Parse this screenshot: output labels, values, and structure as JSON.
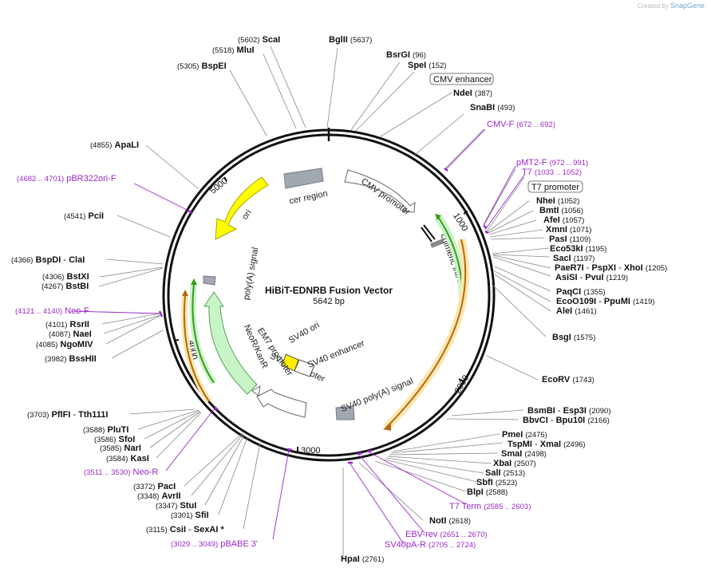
{
  "watermark": {
    "prefix": "Created by",
    "brand": "SnapGene"
  },
  "plasmid": {
    "name": "HiBiT-EDNRB Fusion Vector",
    "length": "5642 bp"
  },
  "ticks": [
    "1000",
    "2000",
    "3000",
    "4000",
    "5000"
  ],
  "sites": [
    {
      "id": "scai",
      "name": "ScaI",
      "pos": "(5602)"
    },
    {
      "id": "mlui",
      "name": "MluI",
      "pos": "(5518)"
    },
    {
      "id": "bglii",
      "name": "BglII",
      "pos": "(5637)"
    },
    {
      "id": "bsrgi",
      "name": "BsrGI",
      "pos": "(96)"
    },
    {
      "id": "spei",
      "name": "SpeI",
      "pos": "(152)"
    },
    {
      "id": "bspei",
      "name": "BspEI",
      "pos": "(5305)"
    },
    {
      "id": "ndei",
      "name": "NdeI",
      "pos": "(387)"
    },
    {
      "id": "snabi",
      "name": "SnaBI",
      "pos": "(493)"
    },
    {
      "id": "apali",
      "name": "ApaLI",
      "pos": "(4855)"
    },
    {
      "id": "ncoi",
      "name": "NheI",
      "pos": "(1052)"
    },
    {
      "id": "bmti",
      "name": "BmtI",
      "pos": "(1056)"
    },
    {
      "id": "afei",
      "name": "AfeI",
      "pos": "(1057)"
    },
    {
      "id": "xmni",
      "name": "XmnI",
      "pos": "(1071)"
    },
    {
      "id": "pasi",
      "name": "PasI",
      "pos": "(1109)"
    },
    {
      "id": "eco53ki",
      "name": "Eco53kI",
      "pos": "(1195)"
    },
    {
      "id": "saci",
      "name": "SacI",
      "pos": "(1197)"
    },
    {
      "id": "paer7i",
      "name": "PaeR7I",
      "name2": "PspXI",
      "name3": "XhoI",
      "pos": "(1205)"
    },
    {
      "id": "asisi",
      "name": "AsiSI",
      "name2": "PvuI",
      "pos": "(1219)"
    },
    {
      "id": "paqci",
      "name": "PaqCI",
      "pos": "(1355)"
    },
    {
      "id": "eco0109i",
      "name": "EcoO109I",
      "name2": "PpuMI",
      "pos": "(1419)"
    },
    {
      "id": "alei",
      "name": "AleI",
      "pos": "(1461)"
    },
    {
      "id": "bsgi",
      "name": "BsgI",
      "pos": "(1575)"
    },
    {
      "id": "ecorv",
      "name": "EcoRV",
      "pos": "(1743)"
    },
    {
      "id": "bsmbi",
      "name": "BsmBI",
      "name2": "Esp3I",
      "pos": "(2090)"
    },
    {
      "id": "bbvci",
      "name": "BbvCI",
      "name2": "Bpu10I",
      "pos": "(2166)"
    },
    {
      "id": "pmei",
      "name": "PmeI",
      "pos": "(2475)"
    },
    {
      "id": "tspmi",
      "name": "TspMI",
      "name2": "XmaI",
      "pos": "(2496)"
    },
    {
      "id": "smai",
      "name": "SmaI",
      "pos": "(2498)"
    },
    {
      "id": "xbai",
      "name": "XbaI",
      "pos": "(2507)"
    },
    {
      "id": "sali",
      "name": "SalI",
      "pos": "(2513)"
    },
    {
      "id": "sbfi",
      "name": "SbfI",
      "pos": "(2523)"
    },
    {
      "id": "blpi",
      "name": "BlpI",
      "pos": "(2588)"
    },
    {
      "id": "noti",
      "name": "NotI",
      "pos": "(2618)"
    },
    {
      "id": "hpai",
      "name": "HpaI",
      "pos": "(2761)"
    },
    {
      "id": "pcii",
      "name": "PciI",
      "pos": "(4541)"
    },
    {
      "id": "bspdi",
      "name": "BspDI",
      "name2": "ClaI",
      "pos": "(4366)"
    },
    {
      "id": "bstxi",
      "name": "BstXI",
      "pos": "(4306)"
    },
    {
      "id": "bstbi",
      "name": "BstBI",
      "pos": "(4267)"
    },
    {
      "id": "rsrii",
      "name": "RsrII",
      "pos": "(4101)"
    },
    {
      "id": "naei",
      "name": "NaeI",
      "pos": "(4087)"
    },
    {
      "id": "ngomiv",
      "name": "NgoMIV",
      "pos": "(4085)"
    },
    {
      "id": "bsshii",
      "name": "BssHII",
      "pos": "(3982)"
    },
    {
      "id": "pflfi",
      "name": "PflFI",
      "name2": "Tth111I",
      "pos": "(3703)"
    },
    {
      "id": "pluti",
      "name": "PluTI",
      "pos": "(3588)"
    },
    {
      "id": "sfoi",
      "name": "SfoI",
      "pos": "(3586)"
    },
    {
      "id": "nari",
      "name": "NarI",
      "pos": "(3585)"
    },
    {
      "id": "kasi",
      "name": "KasI",
      "pos": "(3584)"
    },
    {
      "id": "paci",
      "name": "PacI",
      "pos": "(3372)"
    },
    {
      "id": "avrii",
      "name": "AvrII",
      "pos": "(3348)"
    },
    {
      "id": "stui",
      "name": "StuI",
      "pos": "(3347)"
    },
    {
      "id": "sfii",
      "name": "SfiI",
      "pos": "(3301)"
    },
    {
      "id": "csii",
      "name": "CsiI",
      "name2": "SexAI",
      "star": "*",
      "pos": "(3115)"
    }
  ],
  "primers": [
    {
      "id": "cmvf",
      "name": "CMV-F",
      "range": "(672 .. 692)"
    },
    {
      "id": "pmt2f",
      "name": "pMT2-F",
      "range": "(972 .. 991)"
    },
    {
      "id": "t7",
      "name": "T7",
      "range": "(1033 .. 1052)"
    },
    {
      "id": "pbr322",
      "name": "pBR322ori-F",
      "range": "(4682 .. 4701)"
    },
    {
      "id": "neof",
      "name": "Neo-F",
      "range": "(4121 .. 4140)"
    },
    {
      "id": "neor",
      "name": "Neo-R",
      "range": "(3511 .. 3530)"
    },
    {
      "id": "pbabe",
      "name": "pBABE 3'",
      "range": "(3029 .. 3049)"
    },
    {
      "id": "t7term",
      "name": "T7 Term",
      "range": "(2585 .. 2603)"
    },
    {
      "id": "ebvrev",
      "name": "EBV-rev",
      "range": "(2651 .. 2670)"
    },
    {
      "id": "sv40par",
      "name": "SV40pA-R",
      "range": "(2705 .. 2724)"
    }
  ],
  "boxed_labels": {
    "cmv_enhancer": "CMV enhancer",
    "t7_promoter": "T7 promoter"
  },
  "features": {
    "cer_region": "cer region",
    "cmv_promoter": "CMV promoter",
    "chimeric_intron": "chimeric intron",
    "ori": "ori",
    "polya": "poly(A) signal",
    "neokan": "NeoR/KanR",
    "em7": "EM7 promoter",
    "sv40ori": "SV40 ori",
    "sv40enh": "SV40 enhancer",
    "sv40prom": "SV40 promoter",
    "sv40polya": "SV40 poly(A) signal"
  },
  "colors": {
    "backbone": "#111111",
    "primer": "#9b28c9",
    "ori": "#ffff00",
    "neo": "#c8f5c8",
    "orf": "#f0a030",
    "green_orf": "#3a9a1a",
    "gray_feature": "#a0a8b0",
    "sv40ori": "#ffee00"
  }
}
